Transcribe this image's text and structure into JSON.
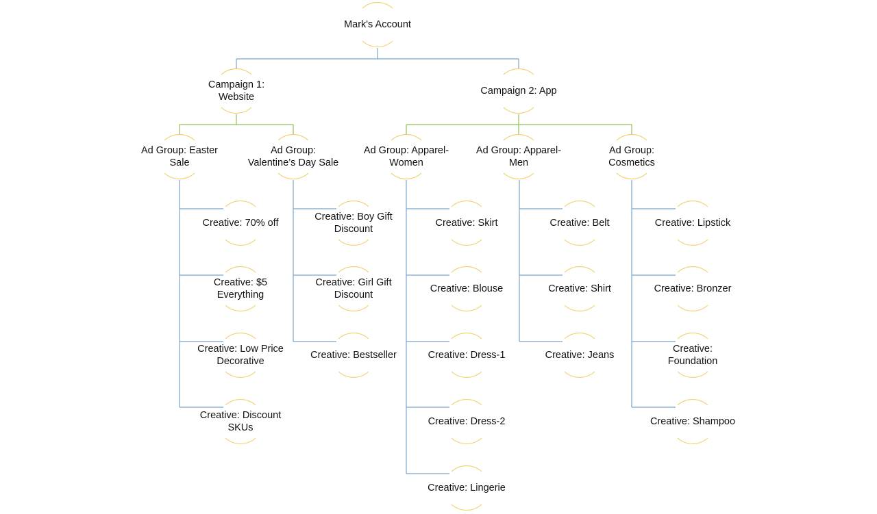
{
  "colors": {
    "arc": "#f2cf6b",
    "connector_level1": "#7ba3c9",
    "connector_level2": "#8fbf5a",
    "connector_level3": "#7ba3c9",
    "text": "#111111",
    "background": "#ffffff"
  },
  "tree": {
    "root": {
      "label": "Mark's Account"
    },
    "campaigns": [
      {
        "label": "Campaign 1:\nWebsite",
        "ad_groups": [
          {
            "label": "Ad Group: Easter\nSale",
            "creatives": [
              "Creative: 70% off",
              "Creative: $5\nEverything",
              "Creative: Low Price\nDecorative",
              "Creative: Discount\nSKUs"
            ]
          },
          {
            "label": "Ad Group:\nValentine’s Day Sale",
            "creatives": [
              "Creative: Boy Gift\nDiscount",
              "Creative: Girl Gift\nDiscount",
              "Creative: Bestseller"
            ]
          }
        ]
      },
      {
        "label": "Campaign 2: App",
        "ad_groups": [
          {
            "label": "Ad Group: Apparel-\nWomen",
            "creatives": [
              "Creative: Skirt",
              "Creative: Blouse",
              "Creative: Dress-1",
              "Creative: Dress-2",
              "Creative: Lingerie"
            ]
          },
          {
            "label": "Ad Group: Apparel-\nMen",
            "creatives": [
              "Creative: Belt",
              "Creative: Shirt",
              "Creative: Jeans"
            ]
          },
          {
            "label": "Ad Group:\nCosmetics",
            "creatives": [
              "Creative: Lipstick",
              "Creative: Bronzer",
              "Creative:\nFoundation",
              "Creative: Shampoo"
            ]
          }
        ]
      }
    ]
  }
}
